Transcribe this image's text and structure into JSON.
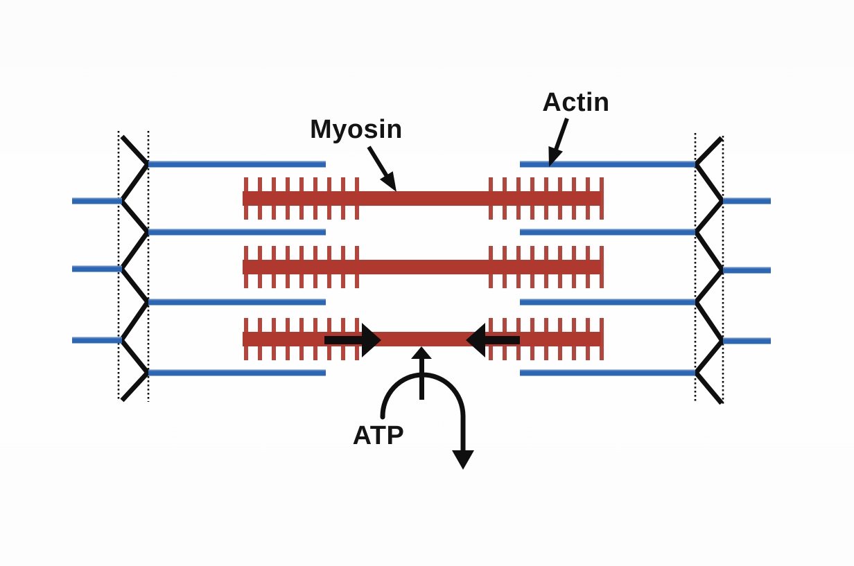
{
  "diagram": {
    "type": "sarcomere-sliding-filament-contraction",
    "labels": {
      "myosin": "Myosin",
      "actin": "Actin",
      "atp": "ATP"
    },
    "colors": {
      "actin_filament": "#2b67b4",
      "actin_filament_edge": "#6f94c8",
      "myosin_filament": "#b0392f",
      "myosin_crossbridge": "#b5453a",
      "structure_black": "#0f0f0f",
      "background": "#fdfdfd"
    },
    "structure": {
      "z_discs": 2,
      "myosin_filament_rows": 3,
      "crossbridges_per_cluster": 9,
      "inner_actin_lines_per_side": 4,
      "outer_actin_lines_per_side": 3,
      "contraction_arrows": [
        "inward-right",
        "inward-left",
        "up-at-m-line"
      ],
      "atp_arrow": "curved-semicircle-with-down-arrow"
    }
  }
}
